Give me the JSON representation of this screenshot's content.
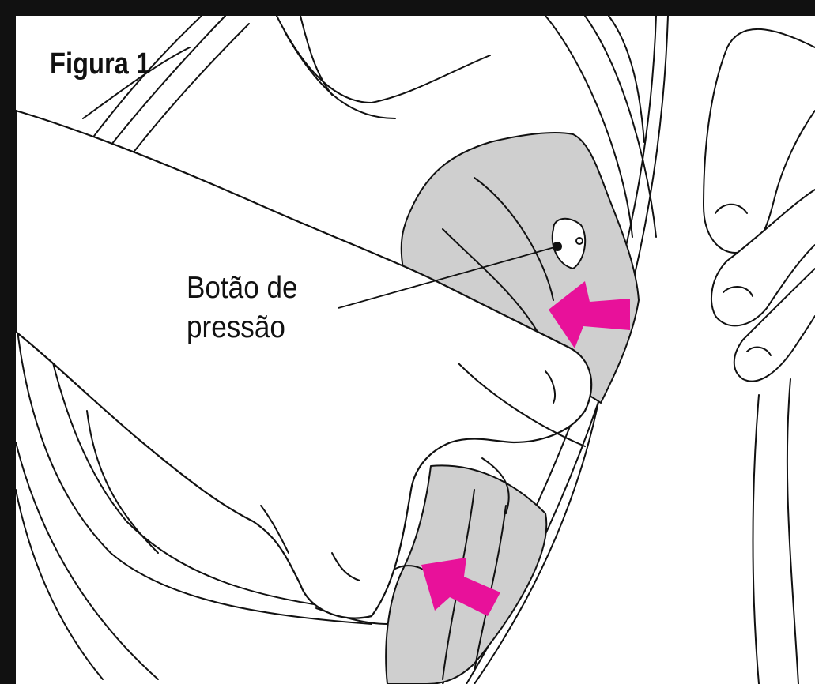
{
  "figure": {
    "title": "Figura 1",
    "callout_label": {
      "line1": "Botão de",
      "line2": "pressão"
    },
    "colors": {
      "pad_fill": "#cfcfcf",
      "arrow": "#e8119a",
      "outline": "#111111",
      "frame": "#111111"
    },
    "icons": [
      "hand-icon",
      "helmet-liner-icon",
      "arrow-icon"
    ]
  }
}
